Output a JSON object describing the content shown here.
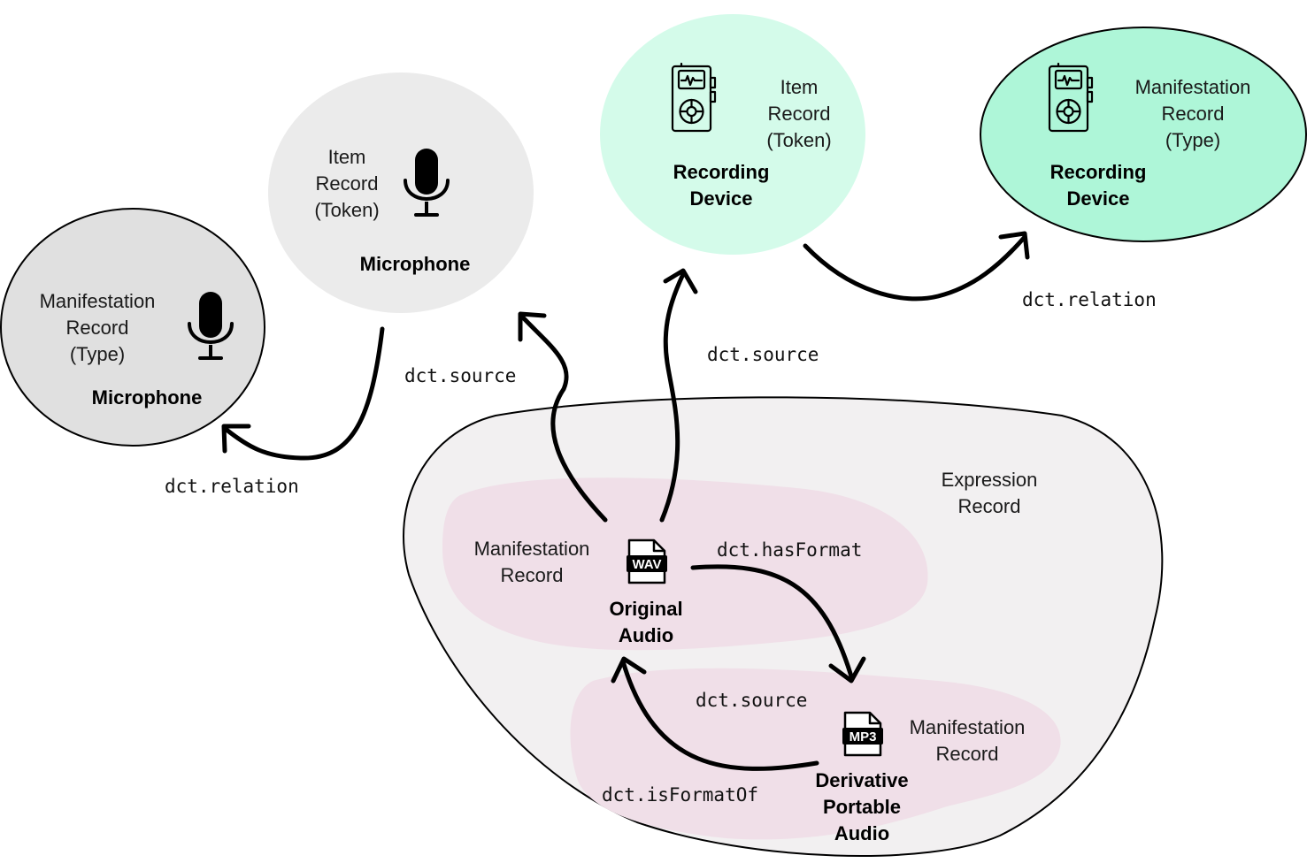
{
  "colors": {
    "microphone_type_fill": "#e0e0e0",
    "microphone_token_fill": "#ebebeb",
    "device_token_fill": "#d4fbea",
    "device_type_fill": "#aef6d8",
    "expression_fill": "#f2f0f1",
    "manifestation_blob_fill": "#f0dfe8",
    "line": "#000000"
  },
  "nodes": {
    "mic_type": {
      "line1": "Manifestation",
      "line2": "Record",
      "line3": "(Type)",
      "title": "Microphone",
      "icon": "microphone-icon"
    },
    "mic_token": {
      "line1": "Item",
      "line2": "Record",
      "line3": "(Token)",
      "title": "Microphone",
      "icon": "microphone-icon"
    },
    "device_token": {
      "line1": "Item",
      "line2": "Record",
      "line3": "(Token)",
      "title1": "Recording",
      "title2": "Device",
      "icon": "recording-device-icon"
    },
    "device_type": {
      "line1": "Manifestation",
      "line2": "Record",
      "line3": "(Type)",
      "title1": "Recording",
      "title2": "Device",
      "icon": "recording-device-icon"
    },
    "expression": {
      "line1": "Expression",
      "line2": "Record"
    },
    "original": {
      "line1": "Manifestation",
      "line2": "Record",
      "title1": "Original",
      "title2": "Audio",
      "icon_label": "WAV",
      "icon": "wav-file-icon"
    },
    "derivative": {
      "line1": "Manifestation",
      "line2": "Record",
      "title1": "Derivative",
      "title2": "Portable",
      "title3": "Audio",
      "icon_label": "MP3",
      "icon": "mp3-file-icon"
    }
  },
  "edges": {
    "relation_mic": "dct.relation",
    "source_mic": "dct.source",
    "source_device": "dct.source",
    "relation_device": "dct.relation",
    "has_format": "dct.hasFormat",
    "source_derivative": "dct.source",
    "is_format_of": "dct.isFormatOf"
  }
}
